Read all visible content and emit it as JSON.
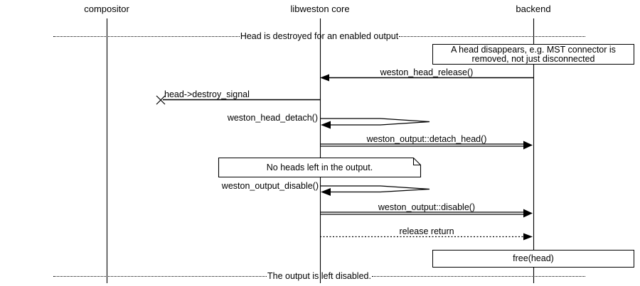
{
  "diagram": {
    "participants": [
      {
        "label": "compositor"
      },
      {
        "label": "libweston core"
      },
      {
        "label": "backend"
      }
    ],
    "dividers": [
      {
        "text": "Head is destroyed for an enabled output"
      },
      {
        "text": "The output is left disabled."
      }
    ],
    "notes": [
      {
        "text_line1": "A head disappears, e.g. MST connector is",
        "text_line2": "removed, not just disconnected",
        "attached_to": "backend"
      },
      {
        "text": "No heads left in the output.",
        "attached_to": "libweston core"
      },
      {
        "text": "free(head)",
        "attached_to": "backend"
      }
    ],
    "messages": [
      {
        "label": "weston_head_release()",
        "from": "backend",
        "to": "libweston core",
        "line": "solid"
      },
      {
        "label": "head->destroy_signal",
        "from": "libweston core",
        "to": "lost-x",
        "line": "solid"
      },
      {
        "label": "weston_head_detach()",
        "from": "libweston core",
        "to": "libweston core",
        "line": "self-call"
      },
      {
        "label": "weston_output::detach_head()",
        "from": "libweston core",
        "to": "backend",
        "line": "double"
      },
      {
        "label": "weston_output_disable()",
        "from": "libweston core",
        "to": "libweston core",
        "line": "self-call"
      },
      {
        "label": "weston_output::disable()",
        "from": "libweston core",
        "to": "backend",
        "line": "double"
      },
      {
        "label": "release return",
        "from": "libweston core",
        "to": "backend",
        "line": "dotted"
      }
    ],
    "colors": {
      "foreground": "#000000",
      "background": "#ffffff"
    }
  }
}
